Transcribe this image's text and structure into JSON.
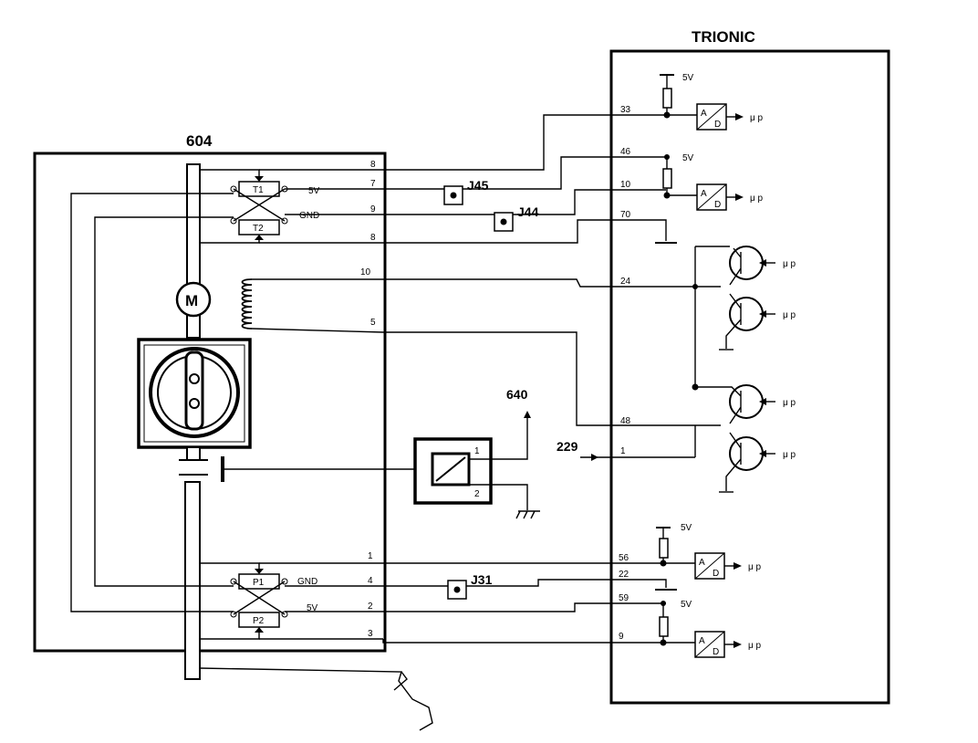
{
  "ecu": {
    "title": "TRIONIC"
  },
  "unit604": {
    "title": "604"
  },
  "connectors": {
    "j45": "J45",
    "j44": "J44",
    "j31": "J31"
  },
  "external": {
    "c640": "640",
    "c229": "229"
  },
  "motor_label": "M",
  "sensors": {
    "t1": "T1",
    "t2": "T2",
    "p1": "P1",
    "p2": "P2"
  },
  "supply": {
    "v5": "5V",
    "gnd": "GND"
  },
  "adc": {
    "a": "A",
    "d": "D"
  },
  "uP": "μ p",
  "pins_604": [
    "8",
    "7",
    "9",
    "8",
    "10",
    "5",
    "1",
    "4",
    "2",
    "3"
  ],
  "pins_ecu": [
    "33",
    "46",
    "10",
    "70",
    "24",
    "48",
    "1",
    "56",
    "22",
    "59",
    "9"
  ],
  "relay_pins": [
    "1",
    "2"
  ]
}
